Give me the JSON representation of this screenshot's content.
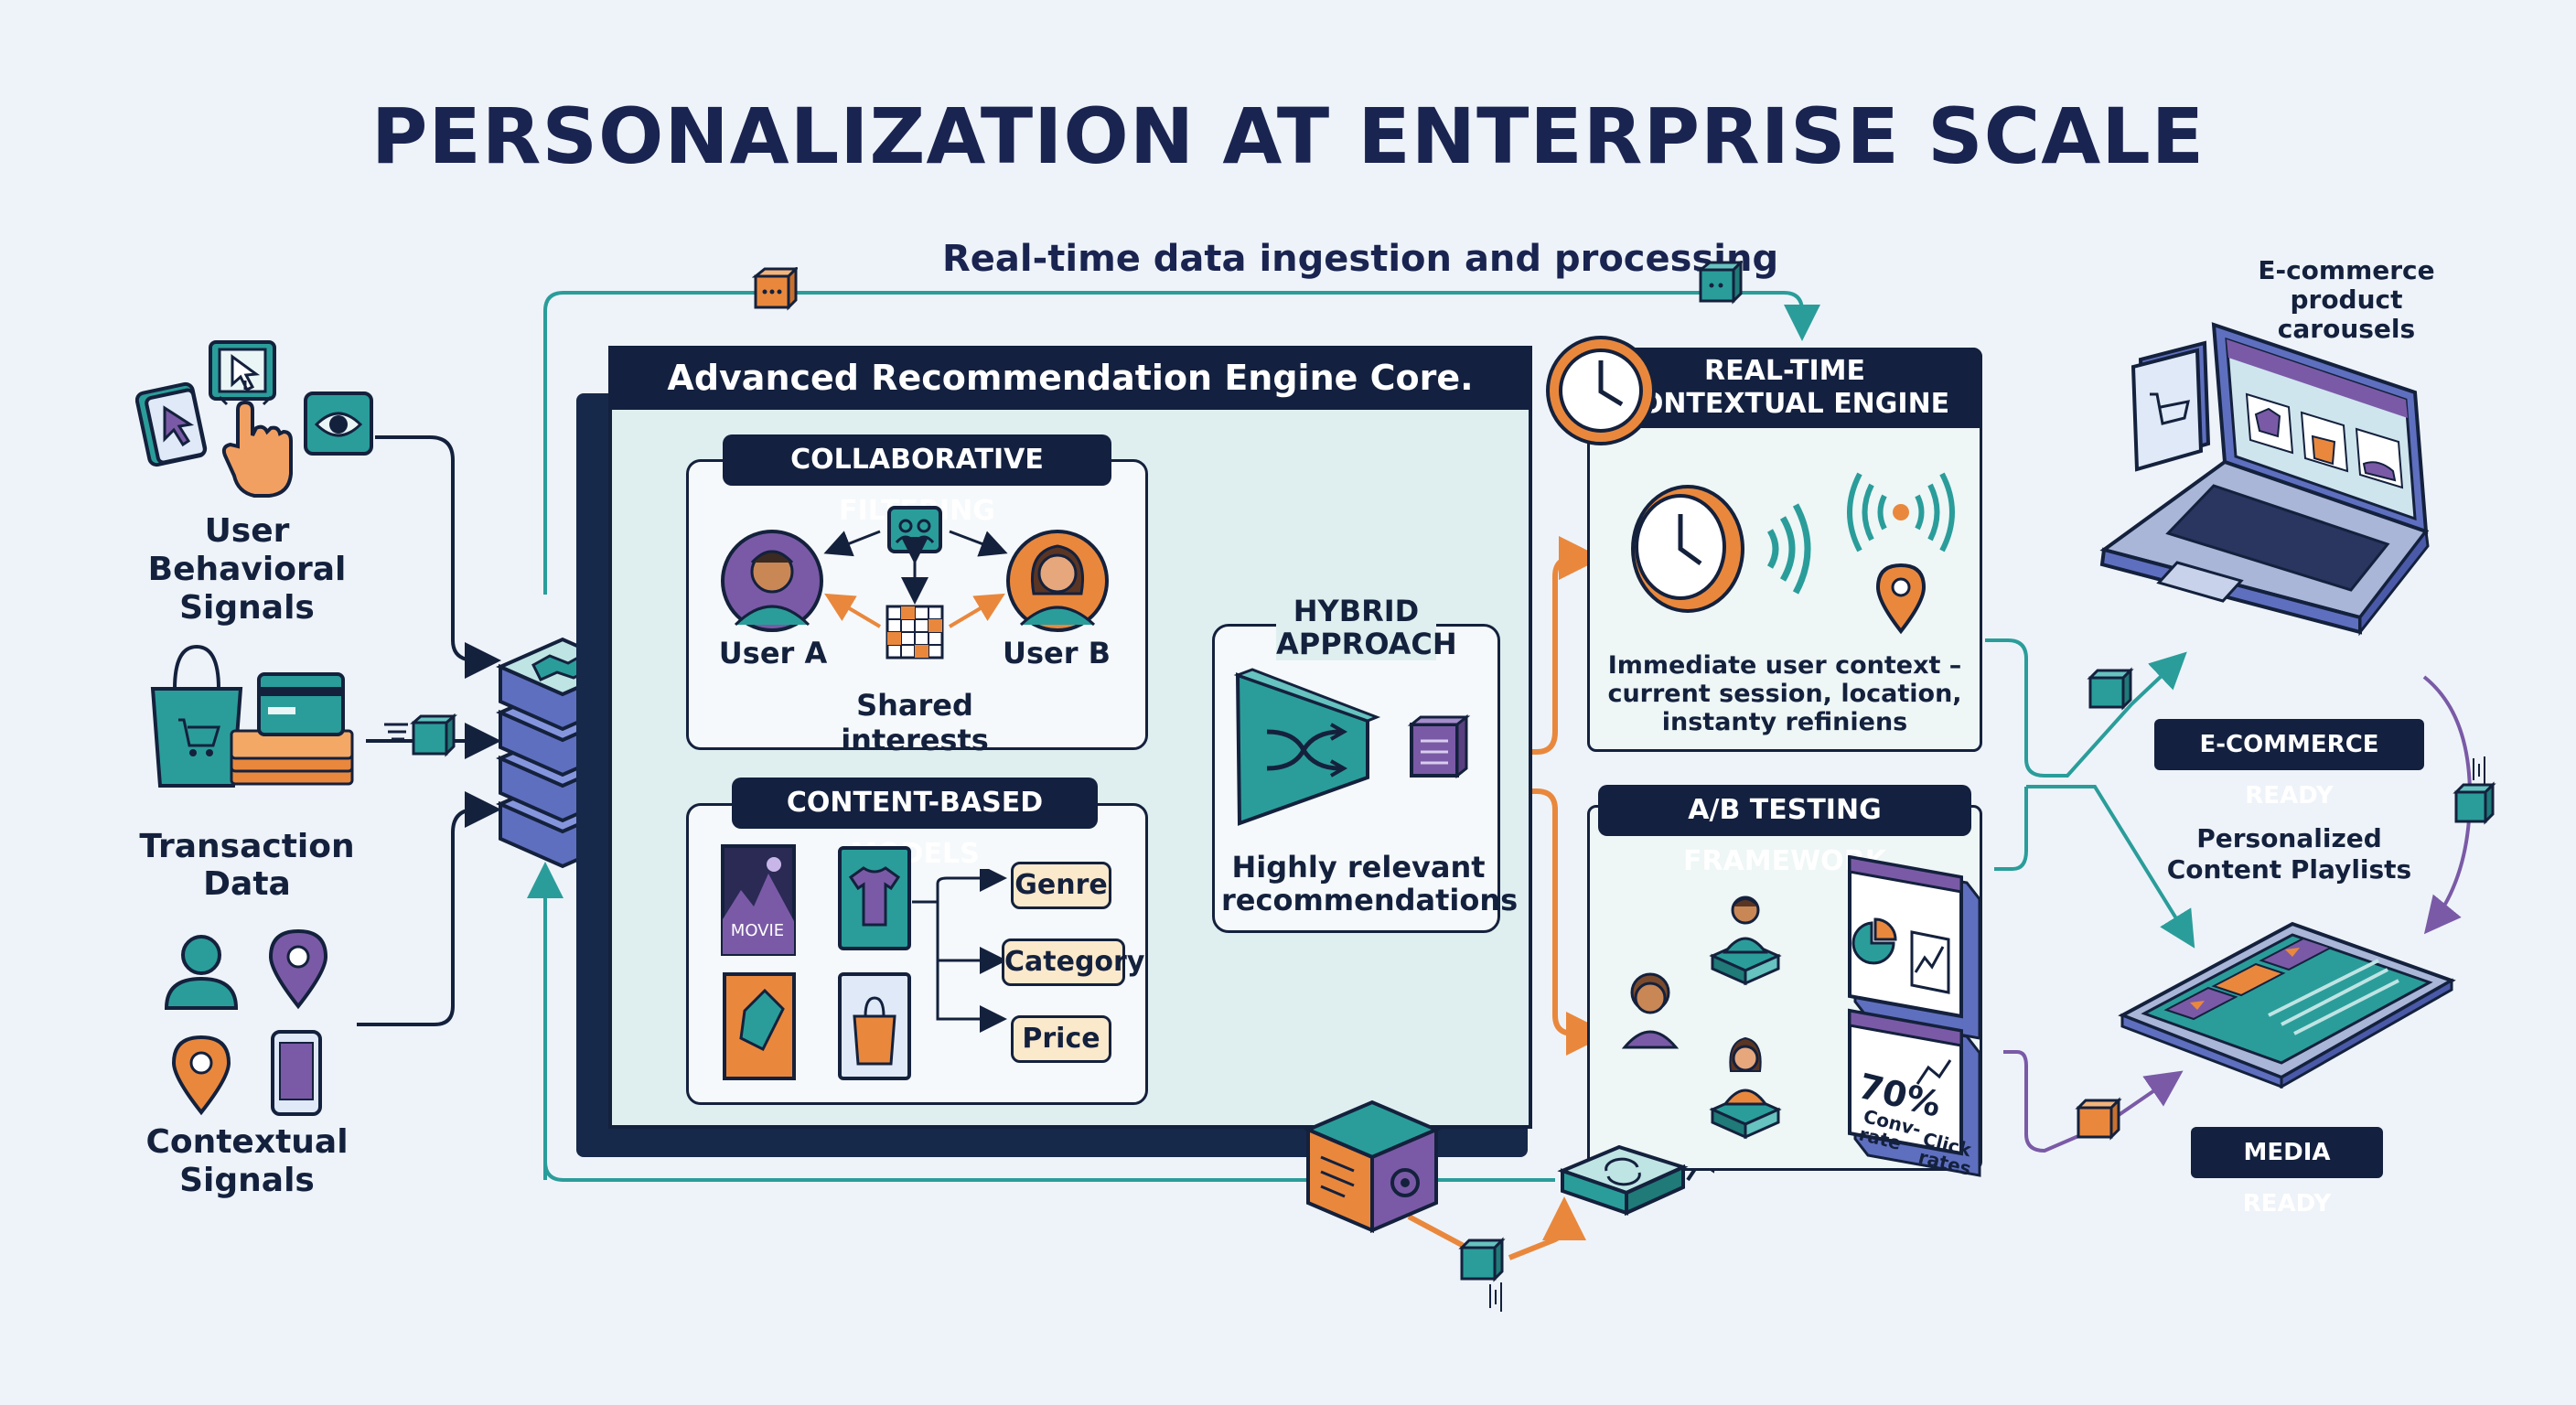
{
  "title": "PERSONALIZATION AT ENTERPRISE SCALE",
  "ingestion_label": "Real-time data ingestion and processing",
  "inputs": [
    {
      "label": "User Behavioral\nSignals",
      "icons": [
        "cursor-icon",
        "click-icon",
        "hand-pointer-icon",
        "eye-icon"
      ]
    },
    {
      "label": "Transaction Data",
      "icons": [
        "shopping-bag-icon",
        "credit-card-icon"
      ]
    },
    {
      "label": "Contextual\nSignals",
      "icons": [
        "user-icon",
        "location-pin-icon",
        "smartphone-icon"
      ]
    }
  ],
  "core": {
    "title": "Advanced Recommendation Engine Core.",
    "collaborative": {
      "title": "COLLABORATIVE FILTERING",
      "user_a": "User A",
      "user_b": "User B",
      "caption": "Shared interests"
    },
    "content_based": {
      "title": "CONTENT-BASED MODELS",
      "movie_label": "MOVIE",
      "tags": [
        "Genre",
        "Category",
        "Price"
      ]
    },
    "hybrid": {
      "title": "HYBRID\nAPPROACH",
      "caption": "Highly relevant\nrecommendations"
    }
  },
  "contextual_engine": {
    "title": "REAL-TIME\nCONTEXTUAL ENGINE",
    "caption": "Immediate user context –\ncurrent session, location,\ninstanty refiniens"
  },
  "ab_testing": {
    "title": "A/B TESTING FRAMEWORK",
    "stat_value": "70%",
    "stat_label": "Conv-\nrate",
    "click_label": "Click\nrates"
  },
  "outputs": [
    {
      "top_label": "E-commerce\nproduct\ncarousels",
      "badge": "E-COMMERCE READY"
    },
    {
      "top_label": "Personalized\nContent Playlists",
      "badge": "MEDIA READY"
    }
  ],
  "colors": {
    "navy": "#13203f",
    "teal": "#2a9d9a",
    "orange": "#e9883d",
    "purple": "#7a5aa6",
    "panel_bg": "#e3f1f2",
    "tag_bg": "#fbe9cb"
  }
}
